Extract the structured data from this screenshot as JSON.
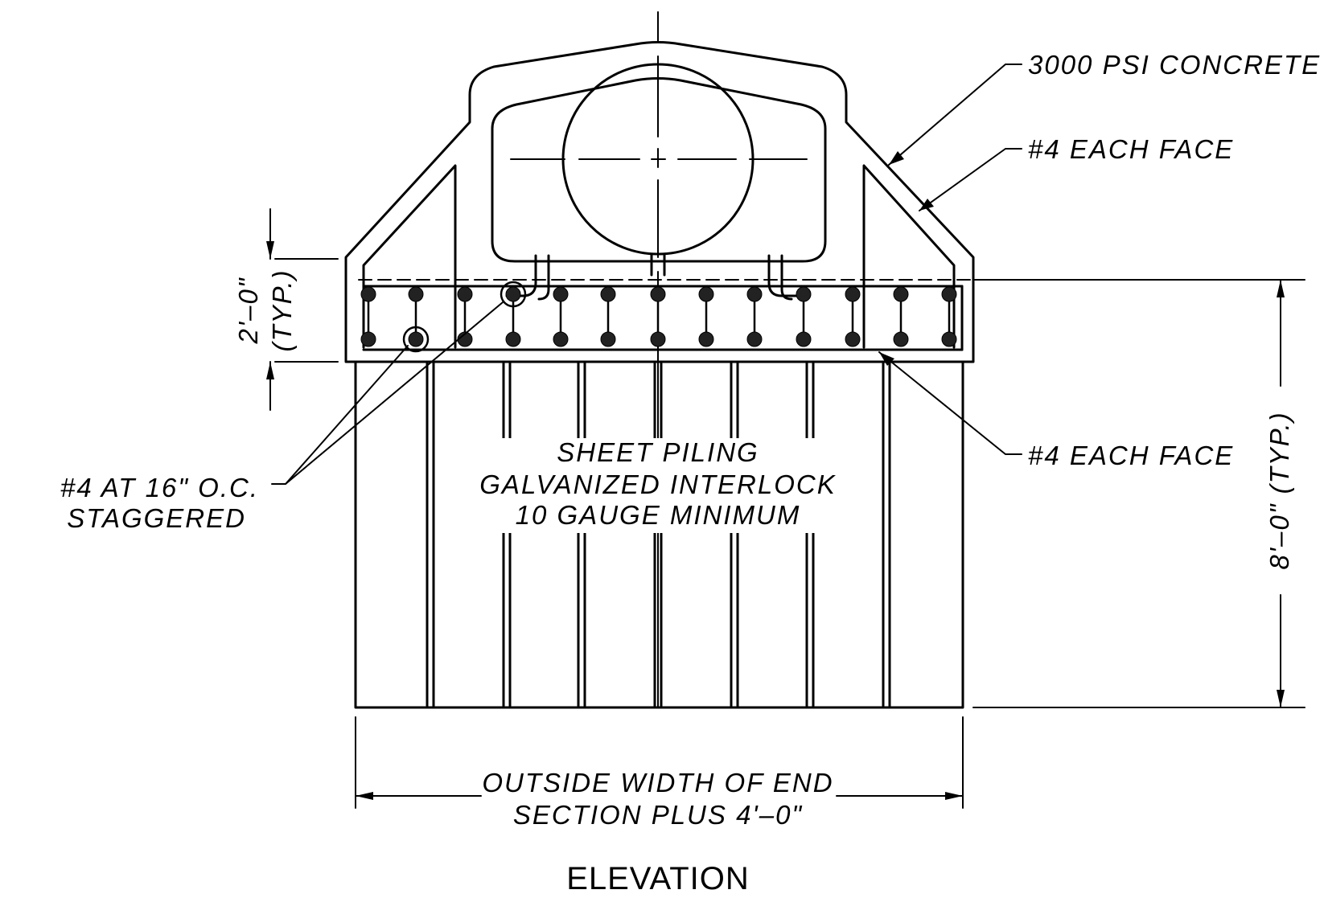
{
  "title": "ELEVATION",
  "labels": {
    "concrete": "3000 PSI CONCRETE",
    "rebar_face_top": "#4 EACH FACE",
    "rebar_face_bottom": "#4 EACH FACE",
    "rebar_staggered_1": "#4 AT 16\" O.C.",
    "rebar_staggered_2": "STAGGERED",
    "piling_1": "SHEET PILING",
    "piling_2": "GALVANIZED INTERLOCK",
    "piling_3": "10 GAUGE MINIMUM",
    "width_1": "OUTSIDE WIDTH OF END",
    "width_2": "SECTION PLUS 4'–0\"",
    "dim_cap": "2'–0\"",
    "dim_cap_note": "(TYP.)",
    "dim_depth": "8'–0\" (TYP.)"
  },
  "colors": {
    "line": "#000000",
    "background": "#ffffff"
  }
}
